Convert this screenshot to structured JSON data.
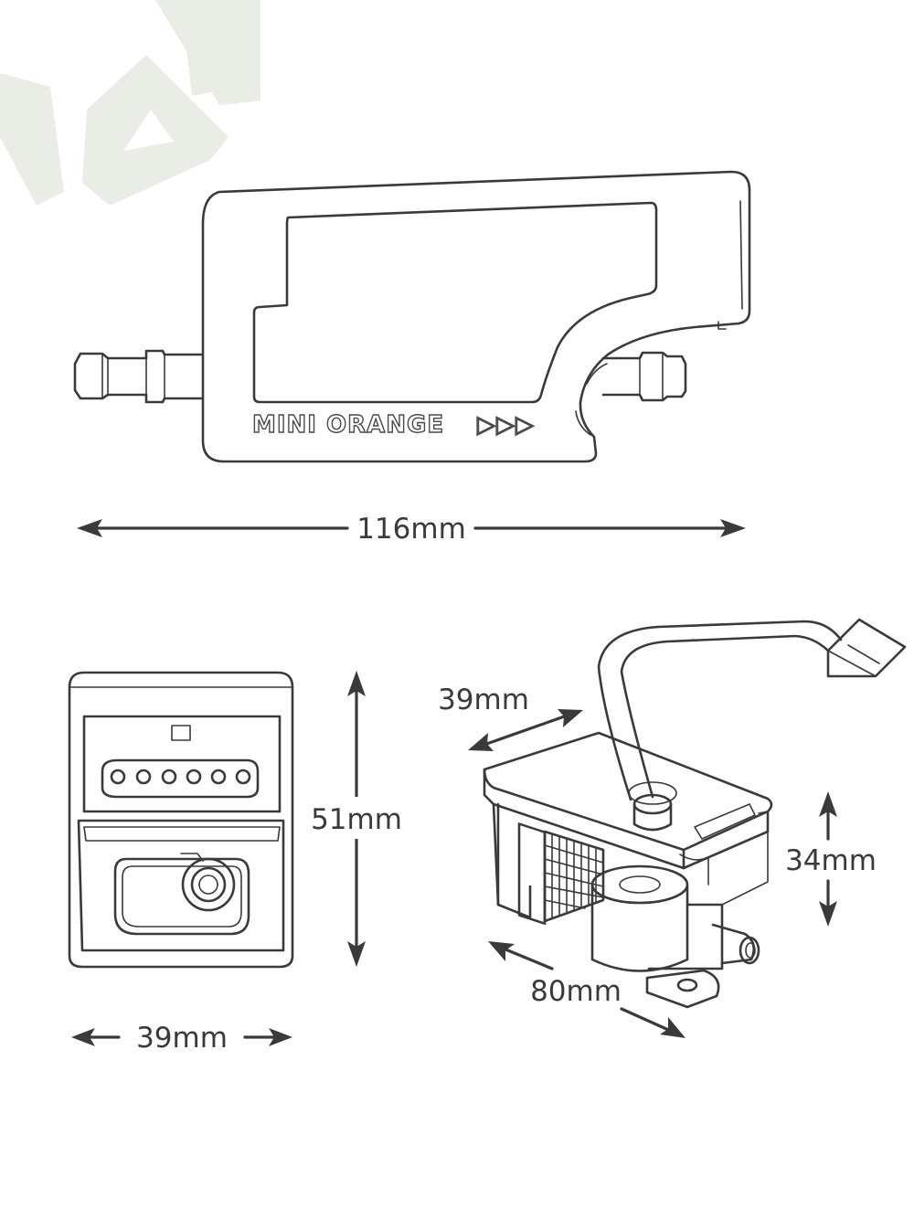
{
  "product_label": "MINI ORANGE",
  "product_arrows": "▷▷▷",
  "dimensions": {
    "length": "116mm",
    "front_width": "39mm",
    "front_height": "51mm",
    "iso_depth": "39mm",
    "iso_length": "80mm",
    "iso_height": "34mm"
  },
  "colors": {
    "line": "#3a3a3a",
    "watermark": "#e9ede6"
  }
}
